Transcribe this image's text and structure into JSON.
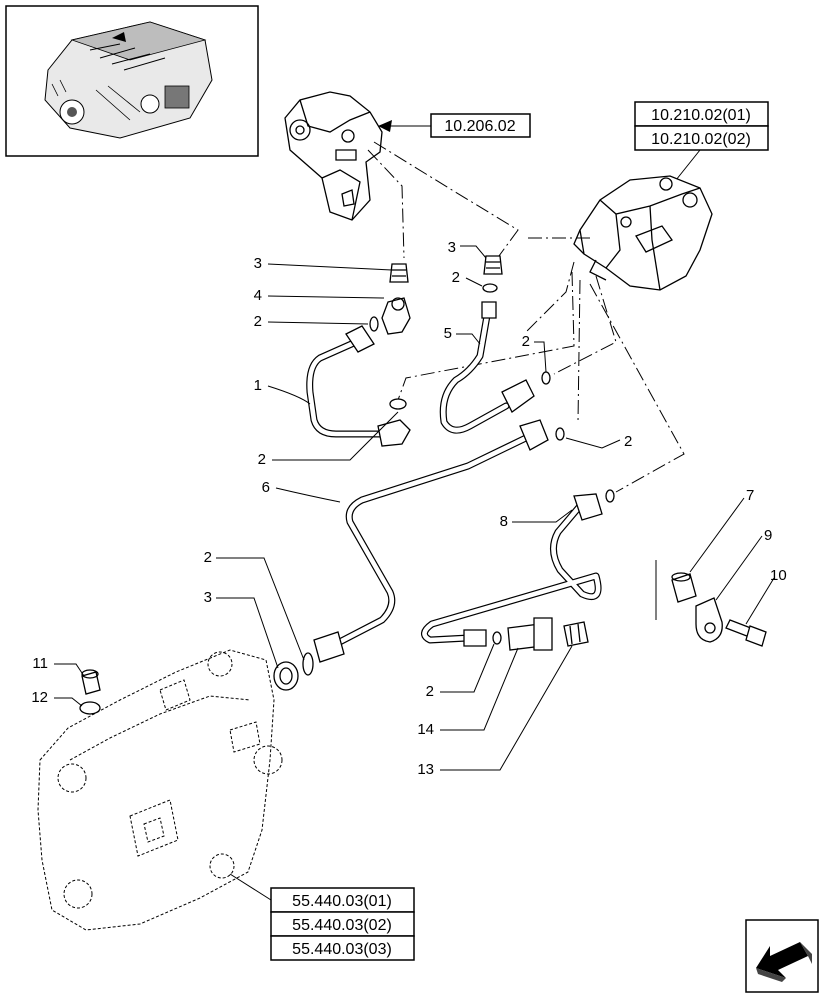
{
  "references": {
    "top_center": "10.206.02",
    "top_right": [
      "10.210.02(01)",
      "10.210.02(02)"
    ],
    "bottom": [
      "55.440.03(01)",
      "55.440.03(02)",
      "55.440.03(03)"
    ]
  },
  "callouts": [
    {
      "id": "c3a",
      "label": "3"
    },
    {
      "id": "c4",
      "label": "4"
    },
    {
      "id": "c2a",
      "label": "2"
    },
    {
      "id": "c1",
      "label": "1"
    },
    {
      "id": "c2b",
      "label": "2"
    },
    {
      "id": "c3b",
      "label": "3"
    },
    {
      "id": "c2c",
      "label": "2"
    },
    {
      "id": "c5",
      "label": "5"
    },
    {
      "id": "c2d",
      "label": "2"
    },
    {
      "id": "c2e",
      "label": "2"
    },
    {
      "id": "c6",
      "label": "6"
    },
    {
      "id": "c8",
      "label": "8"
    },
    {
      "id": "c7",
      "label": "7"
    },
    {
      "id": "c9",
      "label": "9"
    },
    {
      "id": "c10",
      "label": "10"
    },
    {
      "id": "c2f",
      "label": "2"
    },
    {
      "id": "c3c",
      "label": "3"
    },
    {
      "id": "c11",
      "label": "11"
    },
    {
      "id": "c12",
      "label": "12"
    },
    {
      "id": "c2g",
      "label": "2"
    },
    {
      "id": "c14",
      "label": "14"
    },
    {
      "id": "c13",
      "label": "13"
    }
  ],
  "icons": {
    "engine_thumbnail": "engine-thumbnail-icon",
    "navigation": "arrow-back-icon"
  }
}
